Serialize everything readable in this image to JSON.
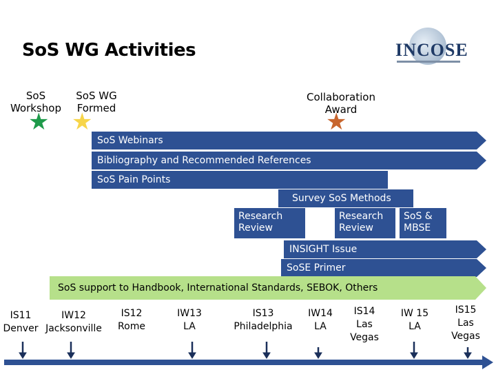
{
  "title": "SoS WG Activities",
  "logo": {
    "text": "INCOSE"
  },
  "milestones": {
    "workshop": {
      "label1": "SoS",
      "label2": "Workshop",
      "color": "#1e9a4a"
    },
    "formed": {
      "label1": "SoS WG",
      "label2": "Formed",
      "color": "#f7d54a"
    },
    "award": {
      "label1": "Collaboration",
      "label2": "Award",
      "color": "#c8662e"
    }
  },
  "bars": {
    "webinars": "SoS Webinars",
    "bibliography": "Bibliography and Recommended References",
    "pain_points": "SoS Pain Points",
    "survey": "Survey SoS Methods",
    "research1_l1": "Research",
    "research1_l2": "Review",
    "research2_l1": "Research",
    "research2_l2": "Review",
    "mbse_l1": "SoS &",
    "mbse_l2": "MBSE",
    "insight": "INSIGHT Issue",
    "primer": "SoSE Primer",
    "support": "SoS support to Handbook, International Standards, SEBOK, Others"
  },
  "events": [
    {
      "l1": "IS11",
      "l2": "Denver"
    },
    {
      "l1": "IW12",
      "l2": "Jacksonville"
    },
    {
      "l1": "IS12",
      "l2": "Rome"
    },
    {
      "l1": "IW13",
      "l2": "LA"
    },
    {
      "l1": "IS13",
      "l2": "Philadelphia"
    },
    {
      "l1": "IW14",
      "l2": "LA"
    },
    {
      "l1": "IS14",
      "l2": "Las",
      "l3": "Vegas"
    },
    {
      "l1": "IW 15",
      "l2": "LA"
    },
    {
      "l1": "IS15",
      "l2": "Las",
      "l3": "Vegas"
    }
  ],
  "colors": {
    "bar": "#2e5193",
    "support": "#b6e08a",
    "timeline": "#2e5193"
  }
}
